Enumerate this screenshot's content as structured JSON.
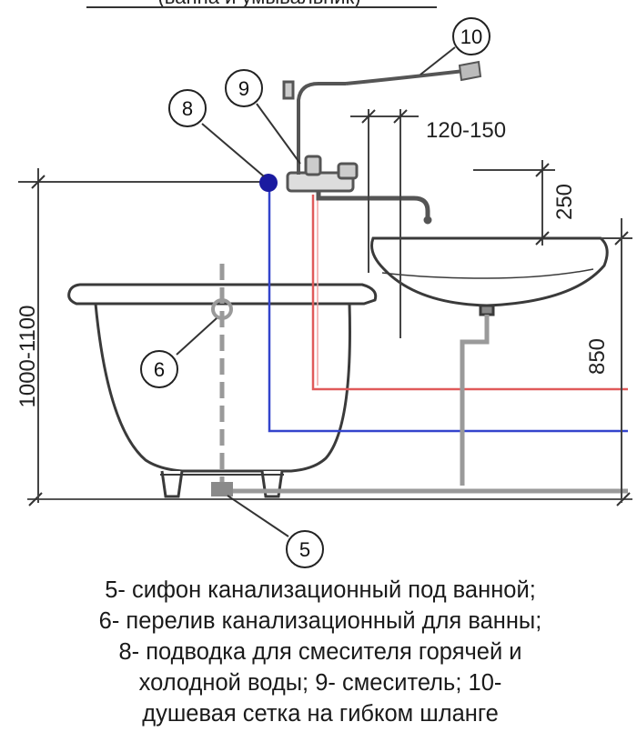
{
  "title_partial": "(ванна и умывальник)",
  "dimensions": {
    "overall_height": "1000-1100",
    "faucet_offset": "120-150",
    "above_sink": "250",
    "sink_height": "850"
  },
  "callouts": {
    "c5": "5",
    "c6": "6",
    "c8": "8",
    "c9": "9",
    "c10": "10"
  },
  "legend": [
    "5- сифон канализационный под ванной;",
    "6- перелив канализационный для ванны;",
    "8- подводка для смесителя горячей и",
    "холодной воды; 9- смеситель; 10-",
    "душевая сетка на гибком шланге"
  ],
  "colors": {
    "hot_pipe": "#e05a5a",
    "cold_pipe": "#3344cc",
    "fixture": "#444444",
    "connector": "#1a1aa0"
  }
}
